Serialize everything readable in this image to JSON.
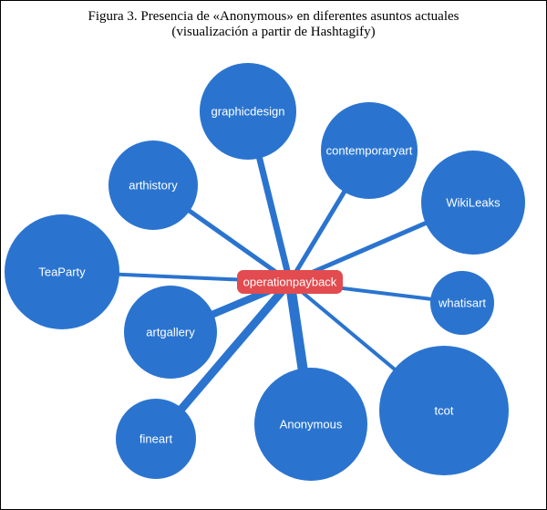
{
  "figure": {
    "caption_line1": "Figura 3. Presencia de «Anonymous» en diferentes asuntos actuales",
    "caption_line2": "(visualización a partir de Hashtagify)"
  },
  "graph": {
    "center": {
      "label": "operationpayback",
      "color": "#e24b4f"
    },
    "node_color": "#2a74cf",
    "nodes": [
      {
        "id": "graphicdesign",
        "label": "graphicdesign"
      },
      {
        "id": "contemporaryart",
        "label": "contemporaryart"
      },
      {
        "id": "wikileaks",
        "label": "WikiLeaks"
      },
      {
        "id": "arthistory",
        "label": "arthistory"
      },
      {
        "id": "teaparty",
        "label": "TeaParty"
      },
      {
        "id": "artgallery",
        "label": "artgallery"
      },
      {
        "id": "whatisart",
        "label": "whatisart"
      },
      {
        "id": "fineart",
        "label": "fineart"
      },
      {
        "id": "anonymous",
        "label": "Anonymous"
      },
      {
        "id": "tcot",
        "label": "tcot"
      }
    ]
  }
}
